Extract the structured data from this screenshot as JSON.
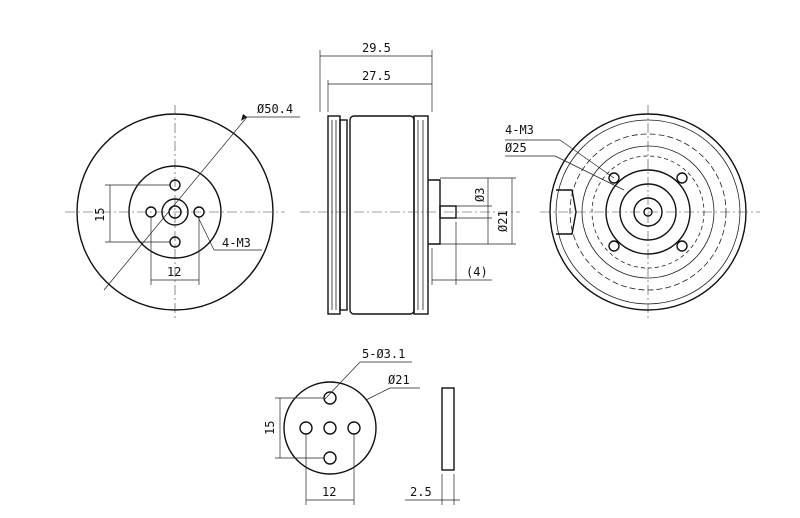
{
  "dimensions": {
    "front_view": {
      "outer_diameter": "Ø50.4",
      "hole_spacing_vertical": "15",
      "hole_spacing_horizontal": "12",
      "mount_holes": "4-M3"
    },
    "side_view": {
      "overall_length": "29.5",
      "body_length": "27.5",
      "shaft_diameter": "Ø3",
      "hub_diameter": "Ø21",
      "shaft_length": "(4)"
    },
    "rear_view": {
      "mount_holes": "4-M3",
      "bolt_circle": "Ø25"
    },
    "adapter_plate": {
      "holes": "5-Ø3.1",
      "diameter": "Ø21",
      "hole_spacing_vertical": "15",
      "hole_spacing_horizontal": "12",
      "thickness": "2.5"
    }
  }
}
